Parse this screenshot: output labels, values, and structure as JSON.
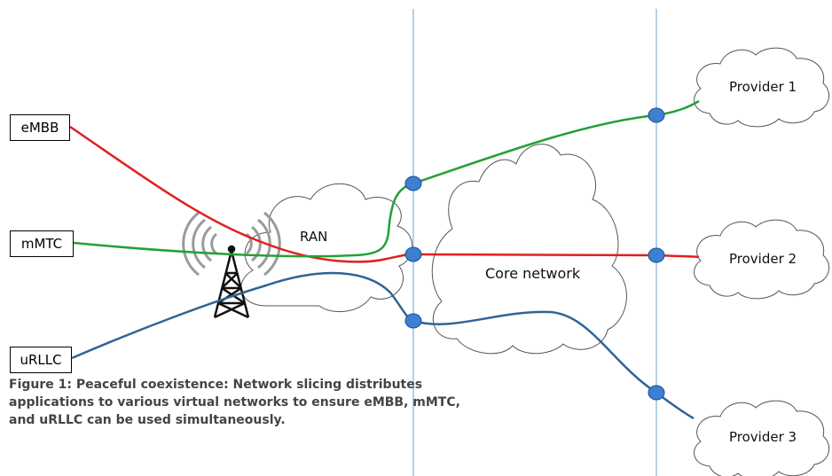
{
  "slices": {
    "embb": {
      "label": "eMBB",
      "color": "#e02020"
    },
    "mmtc": {
      "label": "mMTC",
      "color": "#25a035"
    },
    "urllc": {
      "label": "uRLLC",
      "color": "#2f6496"
    }
  },
  "clouds": {
    "ran": "RAN",
    "core": "Core network",
    "provider1": "Provider 1",
    "provider2": "Provider 2",
    "provider3": "Provider 3"
  },
  "node_color": "#3d7fd0",
  "boundary_color": "#9cc3e4",
  "caption": "Figure 1: Peaceful coexistence: Network slicing distributes applications to various virtual networks to ensure eMBB, mMTC, and uRLLC can be used simultaneously."
}
